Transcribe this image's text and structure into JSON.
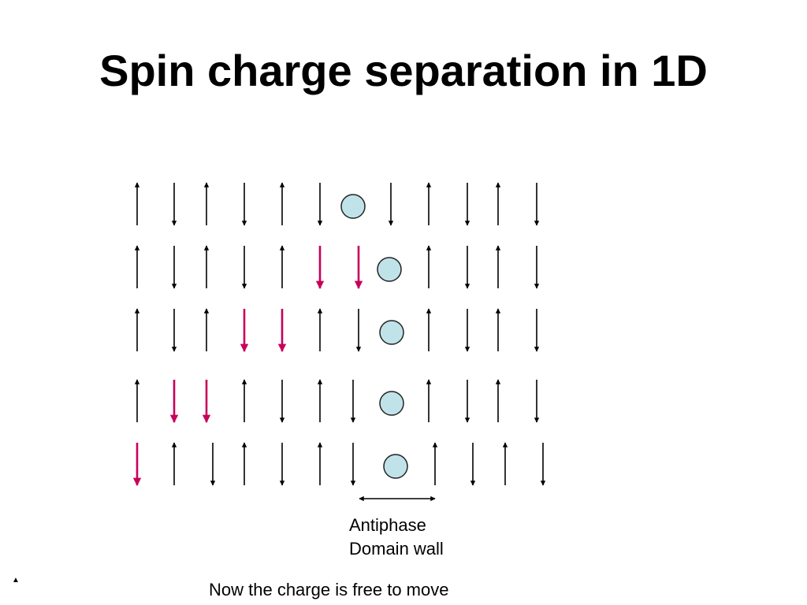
{
  "title": "Spin charge separation in 1D",
  "wall_label": [
    "Antiphase",
    "Domain wall"
  ],
  "caption": "Now the charge is free to move",
  "nav_marker": "▲",
  "colors": {
    "spin": "#000000",
    "flipped_spin": "#c8005a",
    "hole_fill": "#bfe3e8",
    "hole_stroke": "#222222"
  },
  "rows": [
    [
      "up",
      "down",
      "up",
      "down",
      "up",
      "down",
      "hole",
      "down",
      "up",
      "down",
      "up",
      "down"
    ],
    [
      "up",
      "down",
      "up",
      "down",
      "up",
      "down*",
      "down*",
      "hole",
      "up",
      "down",
      "up",
      "down"
    ],
    [
      "up",
      "down",
      "up",
      "down*",
      "down*",
      "up",
      "down",
      "hole",
      "up",
      "down",
      "up",
      "down"
    ],
    [
      "up",
      "down*",
      "down*",
      "up",
      "down",
      "up",
      "down",
      "hole",
      "up",
      "down",
      "up",
      "down"
    ],
    [
      "down*",
      "up",
      "down",
      "up",
      "down",
      "up",
      "down",
      "hole",
      "up",
      "down",
      "up",
      "down"
    ]
  ]
}
